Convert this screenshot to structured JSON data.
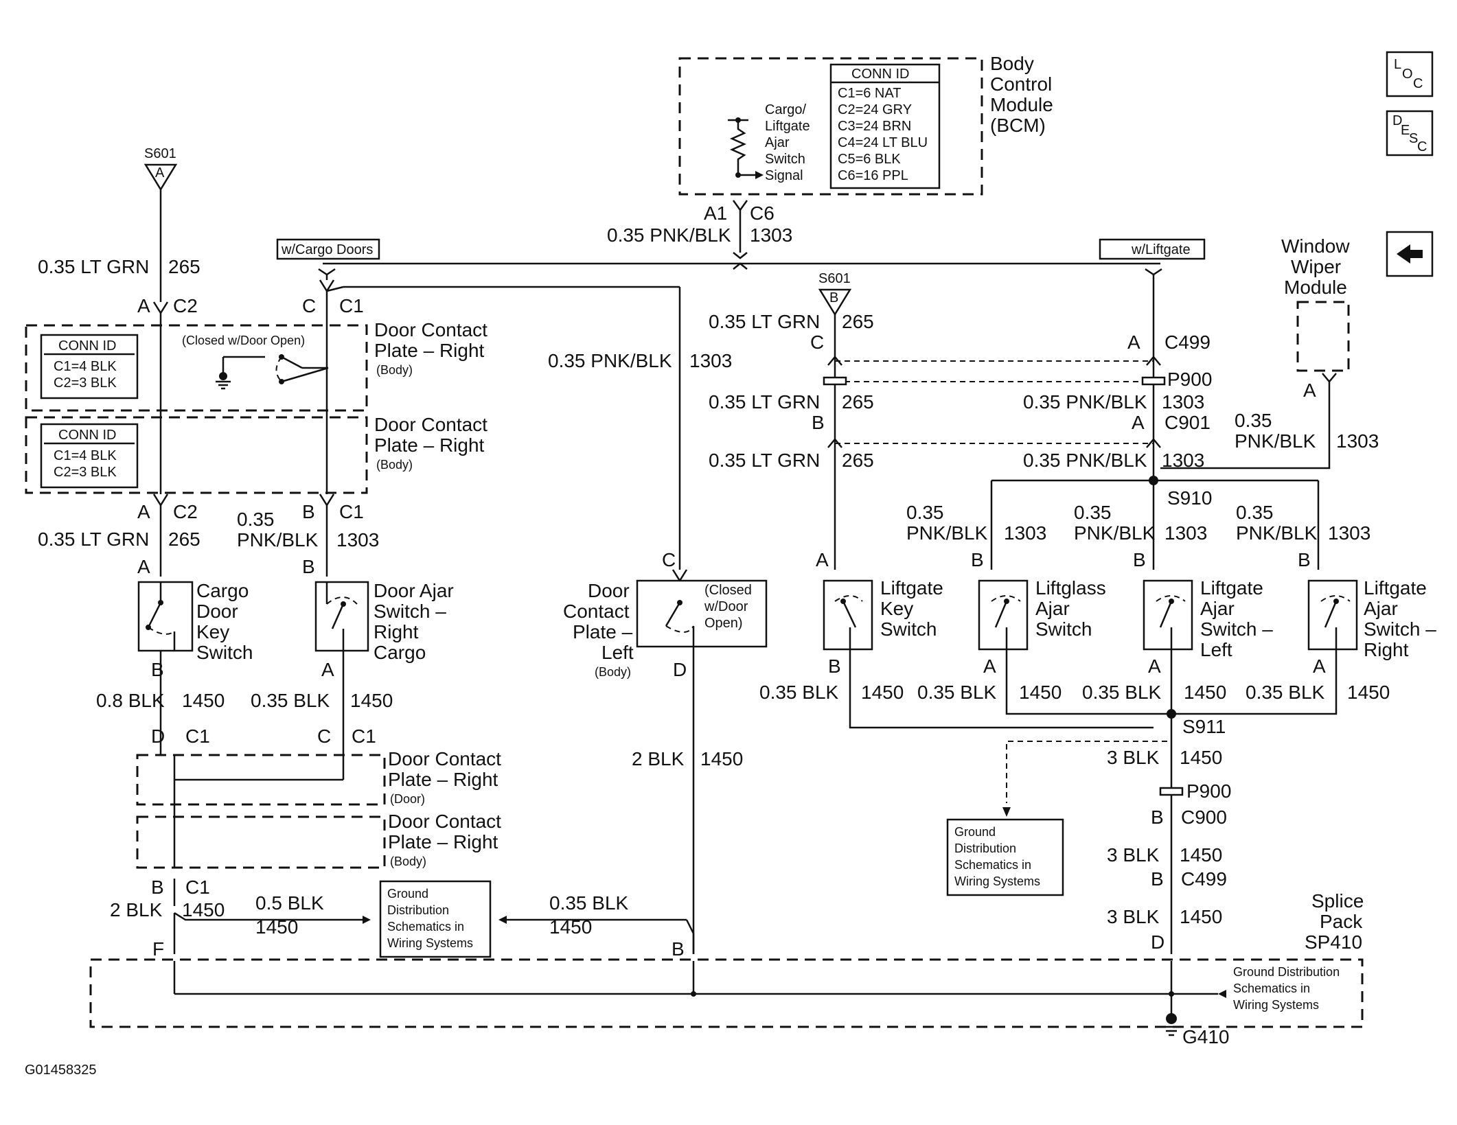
{
  "bcm": {
    "title_lines": [
      "Body",
      "Control",
      "Module",
      "(BCM)"
    ],
    "conn_header": "CONN ID",
    "conn_ids": [
      "C1=6 NAT",
      "C2=24 GRY",
      "C3=24 BRN",
      "C4=24 LT BLU",
      "C5=6 BLK",
      "C6=16 PPL"
    ],
    "signal_lines": [
      "Cargo/",
      "Liftgate",
      "Ajar",
      "Switch",
      "Signal"
    ],
    "pin": "A1",
    "connector": "C6",
    "wire": "0.35 PNK/BLK",
    "circuit": "1303"
  },
  "options": {
    "cargo_doors": "w/Cargo Doors",
    "liftgate": "w/Liftgate"
  },
  "splice_top_left": {
    "id": "S601",
    "pin": "A"
  },
  "splice_mid": {
    "id": "S601",
    "pin": "B"
  },
  "icons": {
    "loc": [
      "L",
      "O",
      "C"
    ],
    "desc": [
      "D",
      "E",
      "S",
      "C"
    ]
  },
  "left_conn": {
    "header": "CONN ID",
    "rows": [
      "C1=4 BLK",
      "C2=3 BLK"
    ]
  },
  "labels": {
    "lt_grn_265_a": "0.35 LT GRN",
    "c265": "265",
    "pin_a": "A",
    "pin_b": "B",
    "pin_c": "C",
    "pin_d": "D",
    "pin_f": "F",
    "c1": "C1",
    "c2": "C2",
    "closed_door_open": "(Closed w/Door Open)",
    "dcp_right": [
      "Door Contact",
      "Plate – Right"
    ],
    "body": "(Body)",
    "door": "(Door)",
    "pnk_blk": "0.35 PNK/BLK",
    "c1303": "1303",
    "pnk": "0.35",
    "pnk2": "PNK/BLK",
    "cargo_door_key_switch": [
      "Cargo",
      "Door",
      "Key",
      "Switch"
    ],
    "door_ajar_switch": [
      "Door Ajar",
      "Switch –",
      "Right",
      "Cargo"
    ],
    "dcp_left": [
      "Door",
      "Contact",
      "Plate –",
      "Left"
    ],
    "closed_w_door_open": [
      "(Closed",
      "w/Door",
      "Open)"
    ],
    "blk08": "0.8 BLK",
    "blk035": "0.35 BLK",
    "c1450": "1450",
    "blk2": "2 BLK",
    "blk3": "3 BLK",
    "blk05": "0.5 BLK",
    "ground_dist": [
      "Ground",
      "Distribution",
      "Schematics in",
      "Wiring Systems"
    ],
    "ground_dist2": [
      "Ground Distribution",
      "Schematics in",
      "Wiring Systems"
    ],
    "liftgate_key": [
      "Liftgate",
      "Key",
      "Switch"
    ],
    "liftglass_ajar": [
      "Liftglass",
      "Ajar",
      "Switch"
    ],
    "liftgate_ajar_left": [
      "Liftgate",
      "Ajar",
      "Switch –",
      "Left"
    ],
    "liftgate_ajar_right": [
      "Liftgate",
      "Ajar",
      "Switch –",
      "Right"
    ],
    "window_wiper": [
      "Window",
      "Wiper",
      "Module"
    ],
    "c499": "C499",
    "p900": "P900",
    "c901": "C901",
    "s910": "S910",
    "s911": "S911",
    "c900": "C900",
    "splice_pack": [
      "Splice",
      "Pack",
      "SP410"
    ],
    "g410": "G410",
    "figure_id": "G01458325"
  }
}
